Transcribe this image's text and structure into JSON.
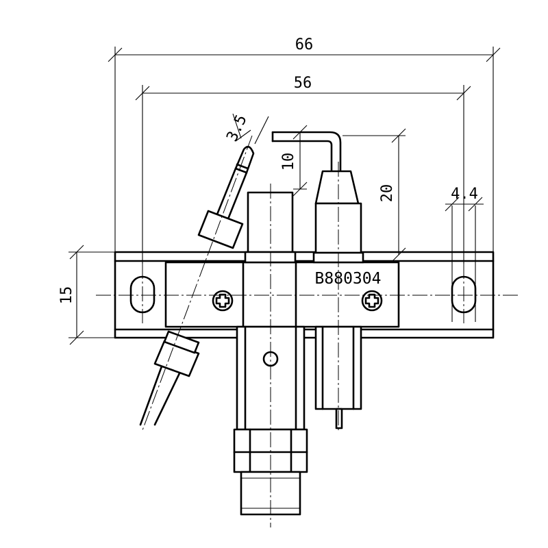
{
  "part_number": "B880304",
  "dimensions": {
    "overall_width": "66",
    "hole_spacing": "56",
    "tip_diameter": "3.5",
    "electrode_drop": "10",
    "electrode_height": "20",
    "slot_width": "4.4",
    "bracket_height": "15"
  },
  "icons": {
    "screw_left": "phillips-screw-icon",
    "screw_right": "phillips-screw-icon"
  }
}
